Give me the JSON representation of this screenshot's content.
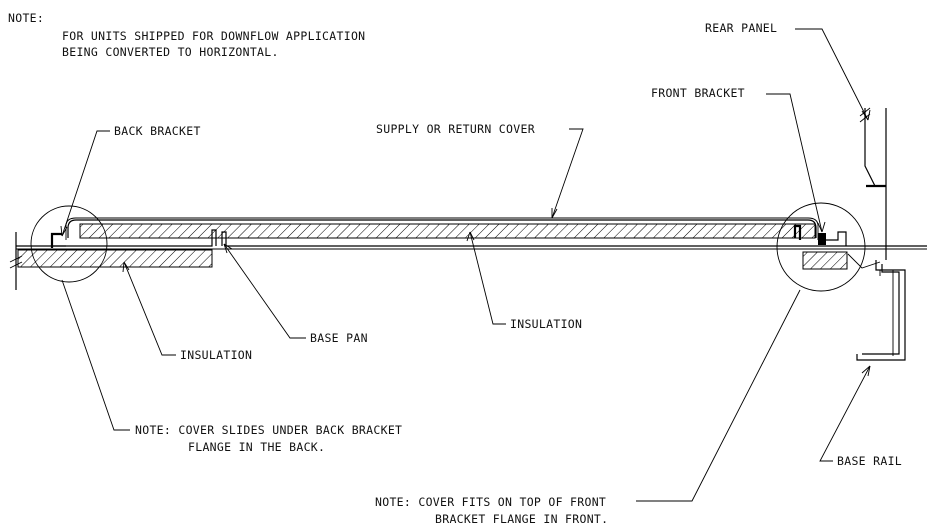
{
  "note_top": {
    "heading": "NOTE:",
    "line1": "FOR UNITS SHIPPED FOR DOWNFLOW APPLICATION",
    "line2": "BEING CONVERTED TO HORIZONTAL."
  },
  "labels": {
    "rear_panel": "REAR PANEL",
    "front_bracket": "FRONT BRACKET",
    "back_bracket": "BACK BRACKET",
    "supply_return_cover": "SUPPLY OR RETURN COVER",
    "base_pan": "BASE PAN",
    "insulation_right": "INSULATION",
    "insulation_left": "INSULATION",
    "base_rail": "BASE RAIL"
  },
  "note_back": {
    "line1": "NOTE: COVER SLIDES UNDER BACK BRACKET",
    "line2": "FLANGE IN THE BACK."
  },
  "note_front": {
    "line1": "NOTE:  COVER FITS ON TOP OF FRONT",
    "line2": "BRACKET FLANGE IN FRONT."
  }
}
